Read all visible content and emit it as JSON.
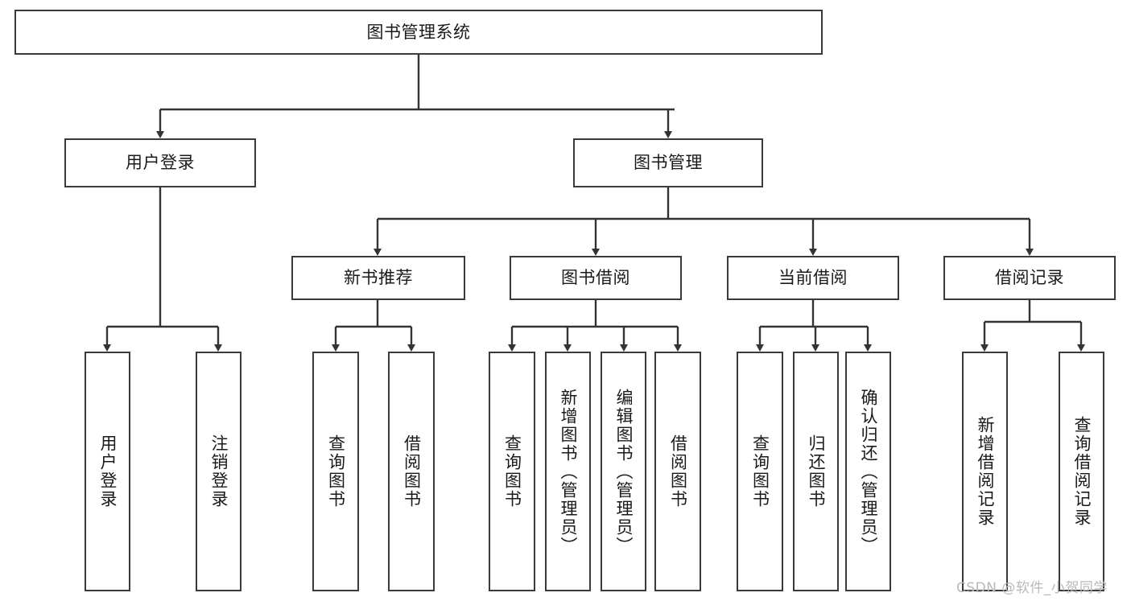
{
  "diagram": {
    "title": "图书管理系统",
    "type": "tree-hierarchy",
    "watermark": "CSDN @软件_小贺同学",
    "colors": {
      "box_border": "#3a3a3a",
      "box_fill": "#ffffff",
      "edge": "#333333",
      "text": "#1a1a1a",
      "watermark": "#b9b9b9"
    },
    "nodes": {
      "root": {
        "label": "图书管理系统"
      },
      "level1": [
        {
          "label": "用户登录"
        },
        {
          "label": "图书管理"
        }
      ],
      "level2": [
        {
          "label": "新书推荐"
        },
        {
          "label": "图书借阅"
        },
        {
          "label": "当前借阅"
        },
        {
          "label": "借阅记录"
        }
      ],
      "leaves": {
        "user_login": [
          {
            "label": "用户登录"
          },
          {
            "label": "注销登录"
          }
        ],
        "new_book": [
          {
            "label": "查询图书"
          },
          {
            "label": "借阅图书"
          }
        ],
        "book_borrow": [
          {
            "label": "查询图书"
          },
          {
            "label": "新增图书（管理员）"
          },
          {
            "label": "编辑图书（管理员）"
          },
          {
            "label": "借阅图书"
          }
        ],
        "current_borrow": [
          {
            "label": "查询图书"
          },
          {
            "label": "归还图书"
          },
          {
            "label": "确认归还（管理员）"
          }
        ],
        "borrow_record": [
          {
            "label": "新增借阅记录"
          },
          {
            "label": "查询借阅记录"
          }
        ]
      }
    }
  }
}
